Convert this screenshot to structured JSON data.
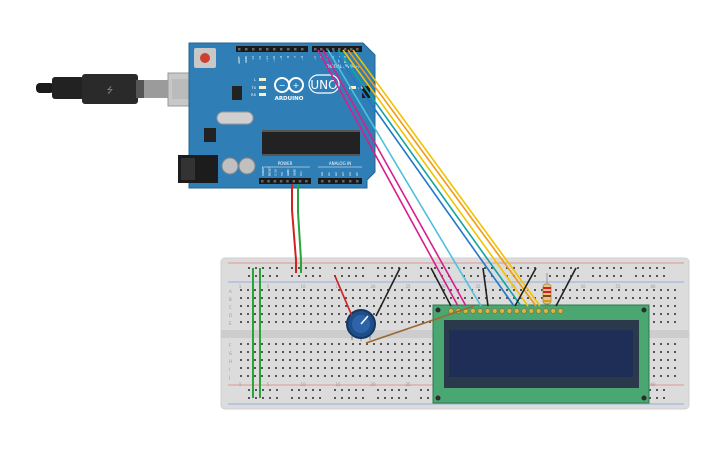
{
  "arduino": {
    "brand": "ARDUINO",
    "model": "UNO",
    "digital_label": "DIGITAL (PWM~)",
    "power_label": "POWER",
    "analog_label": "ANALOG IN",
    "header_top_labels": [
      "AREF",
      "GND",
      "13",
      "12",
      "~11",
      "~10",
      "~9",
      "8",
      "7",
      "~6",
      "~5",
      "4",
      "~3",
      "2",
      "TX 1",
      "RX 0"
    ],
    "led_labels": [
      "L",
      "TX",
      "RX",
      "ON"
    ],
    "power_pin_labels": [
      "IOREF",
      "RESET",
      "3.3V",
      "5V",
      "GND",
      "GND",
      "Vin"
    ],
    "analog_pin_labels": [
      "A0",
      "A1",
      "A2",
      "A3",
      "A4",
      "A5"
    ]
  },
  "breadboard": {
    "row_letters_top": [
      "A",
      "B",
      "C",
      "D",
      "E"
    ],
    "row_letters_bottom": [
      "F",
      "G",
      "H",
      "I",
      "J"
    ],
    "column_numbers": [
      "1",
      "5",
      "10",
      "15",
      "20",
      "25",
      "30",
      "35",
      "40",
      "45",
      "50",
      "55",
      "60"
    ]
  },
  "colors": {
    "board": "#2f7fb6",
    "breadboard": "#dcdcdc",
    "lcd_pcb": "#4aa772",
    "lcd_screen": "#1f2e57",
    "wire_red": "#d42020",
    "wire_green": "#2aa33a",
    "wire_magenta": "#d81e8e",
    "wire_cyan": "#4fc0dc",
    "wire_blue": "#1f78c8",
    "wire_teal": "#12a3a0",
    "wire_yellow": "#f2c200",
    "wire_orange": "#f39a12",
    "wire_black": "#222222",
    "wire_brown": "#9b6a34"
  },
  "icons": {
    "usb_cable": "usb-cable-icon",
    "potentiometer": "potentiometer-icon",
    "resistor": "resistor-icon",
    "lcd": "lcd-16x2-icon"
  }
}
